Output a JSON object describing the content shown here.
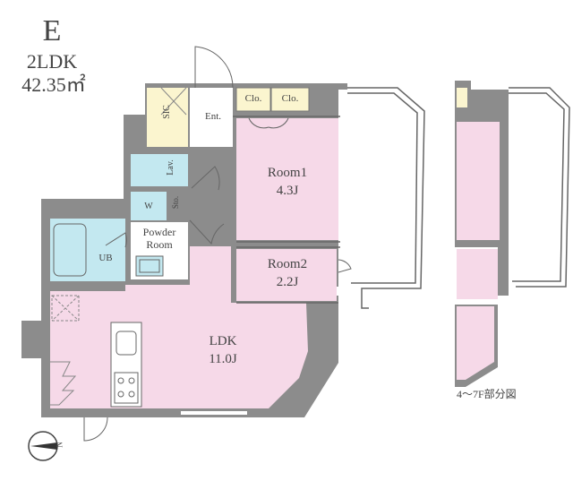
{
  "header": {
    "unit_type": "E",
    "layout": "2LDK",
    "area": "42.35㎡"
  },
  "rooms": {
    "room1": {
      "name": "Room1",
      "size": "4.3J"
    },
    "room2": {
      "name": "Room2",
      "size": "2.2J"
    },
    "ldk": {
      "name": "LDK",
      "size": "11.0J"
    },
    "powder": {
      "line1": "Powder",
      "line2": "Room"
    },
    "ub": "UB",
    "sic": "SIC",
    "ent": "Ent.",
    "lav": "Lav.",
    "sto": "Sto.",
    "washer": "W",
    "closet1": "Clo.",
    "closet2": "Clo."
  },
  "partial_caption": "4～7F部分図",
  "compass": {
    "label": "N"
  },
  "colors": {
    "wall": "#8c8c8c",
    "room_pink": "#f6d9e8",
    "wet_blue": "#c3e8f0",
    "closet_yellow": "#fbf5cf",
    "line": "#555555"
  }
}
